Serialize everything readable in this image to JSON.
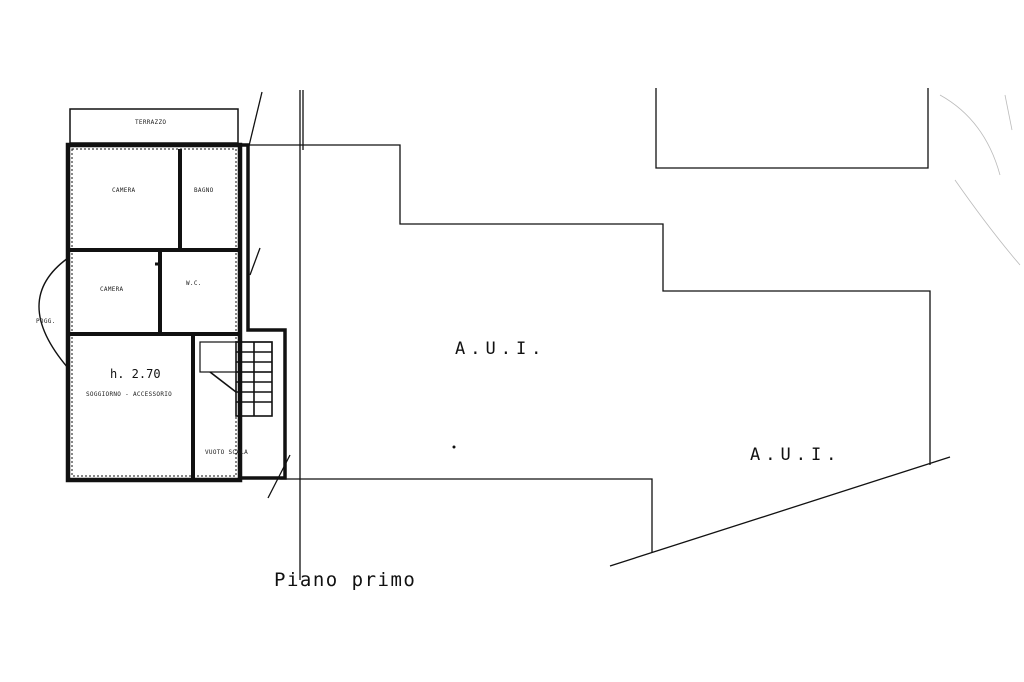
{
  "plan": {
    "floor_title": "Piano primo",
    "height_marker": "h. 2.70",
    "area_labels": [
      "A.U.I.",
      "A.U.I."
    ],
    "rooms": {
      "terrace": "TERRAZZO",
      "bedroom": "CAMERA",
      "bathroom": "BAGNO",
      "small_room": "CAMERA",
      "wc": "W.C.",
      "living": "SOGGIORNO - ACCESSORIO",
      "stair_void": "VUOTO SCALA",
      "balcony": "POGG."
    }
  }
}
